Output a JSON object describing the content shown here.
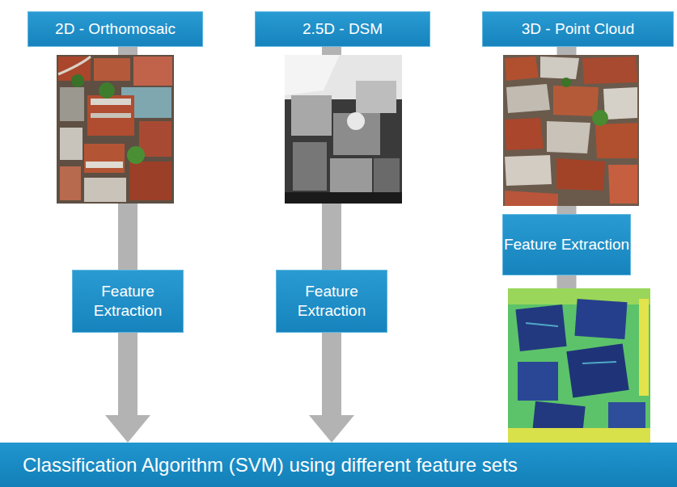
{
  "diagram": {
    "nodes": [
      {
        "text": [
          "2D - Orthomosaic"
        ]
      },
      {
        "text": [
          "2.5D - DSM"
        ]
      },
      {
        "text": [
          "3D - Point Cloud"
        ]
      },
      {
        "text": [
          "Feature Extraction"
        ]
      },
      {
        "text": [
          "Feature Extraction"
        ]
      },
      {
        "text": [
          "Feature Extraction"
        ]
      },
      {
        "text": [
          "Classification Algorithm (SVM) using different feature sets"
        ]
      }
    ],
    "edges": [
      {
        "from": 0,
        "to": 3,
        "arrow": "none"
      },
      {
        "from": 3,
        "to": 6,
        "arrow": "to"
      },
      {
        "from": 1,
        "to": 4,
        "arrow": "none"
      },
      {
        "from": 4,
        "to": 6,
        "arrow": "to"
      },
      {
        "from": 2,
        "to": 5,
        "arrow": "none"
      },
      {
        "from": 5,
        "to": 6,
        "arrow": "to"
      }
    ]
  }
}
